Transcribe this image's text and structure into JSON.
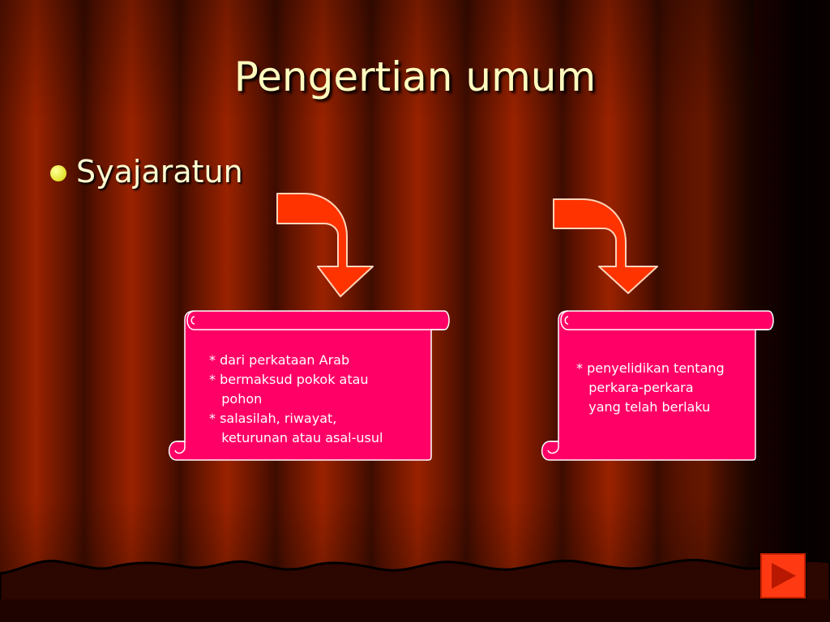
{
  "slide": {
    "title": "Pengertian umum",
    "bullet": "Syajaratun",
    "scroll_left_text": "* dari perkataan Arab\n* bermaksud pokok atau\n   pohon\n* salasilah, riwayat,\n   keturunan atau asal-usul",
    "scroll_right_text": "* penyelidikan tentang\n   perkara-perkara\n   yang telah berlaku"
  },
  "colors": {
    "title": "#fffcbf",
    "arrow_fill": "#ff3300",
    "scroll_fill": "#ff0066",
    "nav_button": "#ff3a12",
    "bullet_dot": "#e3e32a"
  },
  "icons": {
    "arrow": "curved-down-arrow-icon",
    "nav": "play-next-icon"
  }
}
